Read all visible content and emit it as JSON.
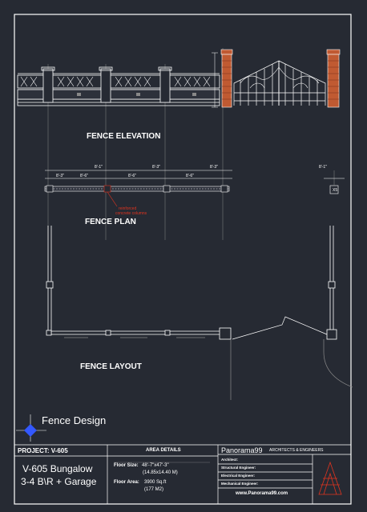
{
  "drawing": {
    "fence_elevation_title": "FENCE ELEVATION",
    "fence_plan_title": "FENCE PLAN",
    "fence_layout_title": "FENCE LAYOUT",
    "sheet_heading": "Fence Design",
    "annotation": {
      "line1": "reinforced",
      "line2": "concrete columns"
    },
    "column_tag": "X5",
    "dims": {
      "top": [
        "8'-1\"",
        "8'-3\"",
        "8'-3\"",
        "8'-1\""
      ],
      "bottom": [
        "8'-3\"",
        "8'-6\"",
        "8'-6\"",
        "8'-6\""
      ],
      "right": "8'-1\""
    }
  },
  "title_block": {
    "project_label": "PROJECT: V-605",
    "project_line1": "V-605 Bungalow",
    "project_line2": "3-4 B\\R + Garage",
    "area_header": "AREA DETAILS",
    "floor_size_label": "Floor Size:",
    "floor_size_value": "48'-7\"x47'-3\"",
    "floor_size_metric": "(14.85x14.40 M)",
    "floor_area_label": "Floor Area:",
    "floor_area_value": "3900 Sq.ft",
    "floor_area_metric": "(177 M2)",
    "brand": "Panorama99",
    "brand_tag": "ARCHITECTS & ENGINEERS",
    "roles": [
      "Architect:",
      "Structural Engineer:",
      "Electrical Engineer:",
      "Mechanical Engineer:"
    ],
    "website": "www.Panorama99.com"
  },
  "colors": {
    "background": "#262a33",
    "line": "#ffffff",
    "accent_red": "#e0341f",
    "pillar": "#c05a32",
    "crosshair": "#3358ff"
  }
}
